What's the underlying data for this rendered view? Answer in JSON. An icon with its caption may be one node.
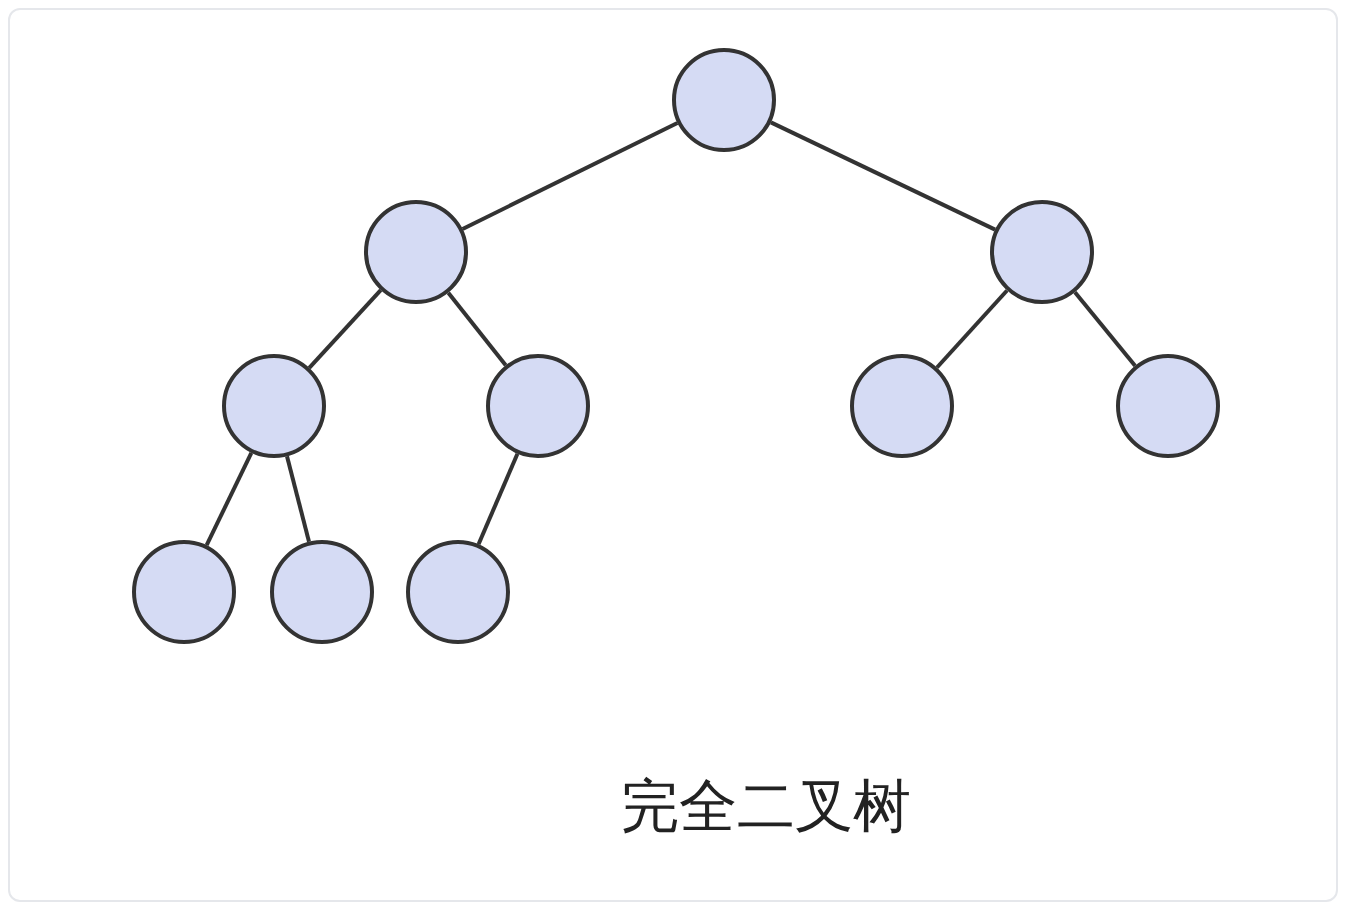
{
  "diagram": {
    "caption": "完全二叉树",
    "nodes": [
      {
        "text": [],
        "shape": "circle"
      },
      {
        "text": [],
        "shape": "circle"
      },
      {
        "text": [],
        "shape": "circle"
      },
      {
        "text": [],
        "shape": "circle"
      },
      {
        "text": [],
        "shape": "circle"
      },
      {
        "text": [],
        "shape": "circle"
      },
      {
        "text": [],
        "shape": "circle"
      },
      {
        "text": [],
        "shape": "circle"
      },
      {
        "text": [],
        "shape": "circle"
      },
      {
        "text": [],
        "shape": "circle"
      }
    ],
    "edges": [
      {
        "from": 0,
        "to": 1,
        "arrow": "none"
      },
      {
        "from": 0,
        "to": 2,
        "arrow": "none"
      },
      {
        "from": 1,
        "to": 3,
        "arrow": "none"
      },
      {
        "from": 1,
        "to": 4,
        "arrow": "none"
      },
      {
        "from": 2,
        "to": 5,
        "arrow": "none"
      },
      {
        "from": 2,
        "to": 6,
        "arrow": "none"
      },
      {
        "from": 3,
        "to": 7,
        "arrow": "none"
      },
      {
        "from": 3,
        "to": 8,
        "arrow": "none"
      },
      {
        "from": 4,
        "to": 9,
        "arrow": "none"
      }
    ]
  }
}
